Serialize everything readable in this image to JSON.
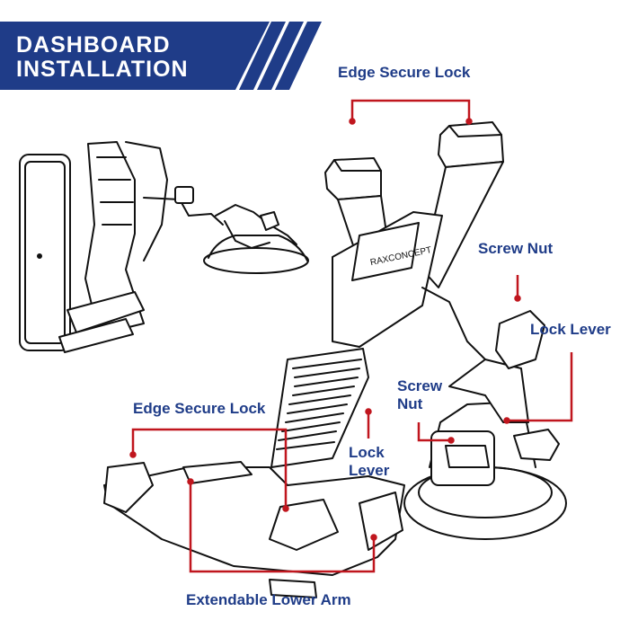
{
  "header": {
    "title_line1": "DASHBOARD",
    "title_line2": "INSTALLATION"
  },
  "colors": {
    "banner": "#1f3c88",
    "label_text": "#1f3c88",
    "callout": "#c0161e",
    "drawing": "#111111"
  },
  "labels": {
    "edge_secure_lock_top": "Edge Secure Lock",
    "screw_nut_right": "Screw Nut",
    "lock_lever_right": "Lock Lever",
    "screw_nut_center_line1": "Screw",
    "screw_nut_center_line2": "Nut",
    "edge_secure_lock_left": "Edge Secure Lock",
    "lock_lever_center_line1": "Lock",
    "lock_lever_center_line2": "Lever",
    "extendable_lower_arm": "Extendable Lower Arm"
  },
  "brand_logo_text": "RAXCONCEPT"
}
